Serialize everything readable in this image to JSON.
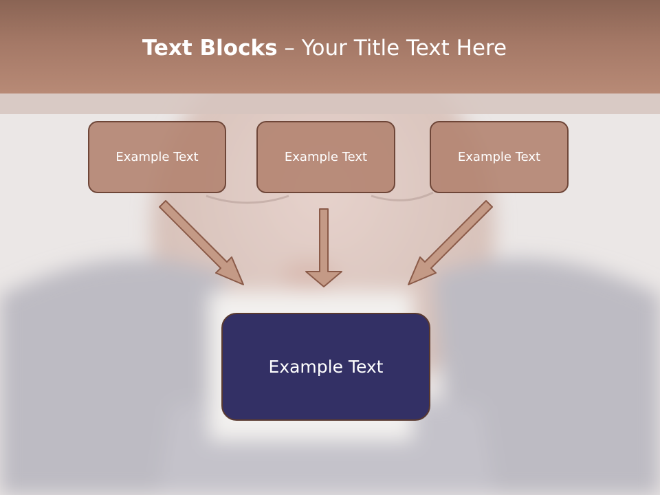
{
  "slide": {
    "title_bold": "Text Blocks",
    "title_dash": "–",
    "title_rest": "Your Title Text Here"
  },
  "boxes": {
    "top_left": "Example Text",
    "top_middle": "Example Text",
    "top_right": "Example Text",
    "center": "Example Text"
  },
  "colors": {
    "title_bar": "#a47866",
    "small_box_fill": "#b2826e",
    "small_box_border": "#6e4638",
    "center_box_fill": "#333065",
    "arrow_fill": "#c49a86"
  }
}
